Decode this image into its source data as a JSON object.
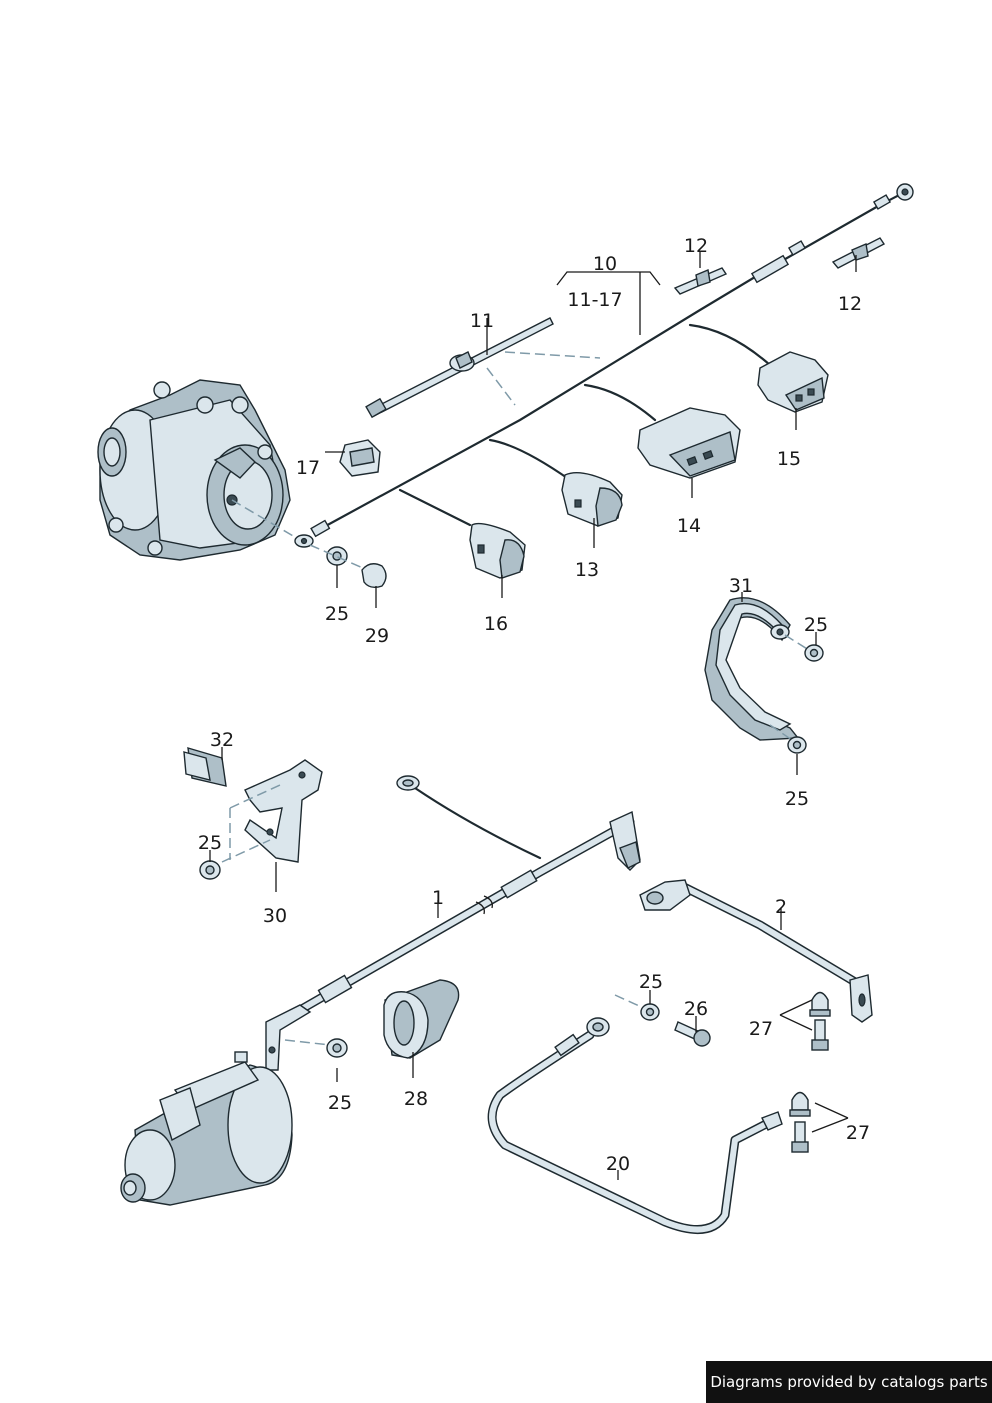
{
  "callouts": {
    "c1": "1",
    "c2": "2",
    "c10": "10",
    "c10_range": "11-17",
    "c11": "11",
    "c12a": "12",
    "c12b": "12",
    "c13": "13",
    "c14": "14",
    "c15": "15",
    "c16": "16",
    "c17": "17",
    "c20": "20",
    "c25a": "25",
    "c25b": "25",
    "c25c": "25",
    "c25d": "25",
    "c25e": "25",
    "c25f": "25",
    "c26": "26",
    "c27a": "27",
    "c27b": "27",
    "c28": "28",
    "c29": "29",
    "c30": "30",
    "c31": "31",
    "c32": "32"
  },
  "footer": {
    "text": "Diagrams provided by catalogs parts"
  },
  "colors": {
    "part_fill": "#dbe6ec",
    "part_shadow": "#aebfc8",
    "outline": "#1e2a30",
    "footer_bg": "#111111"
  }
}
